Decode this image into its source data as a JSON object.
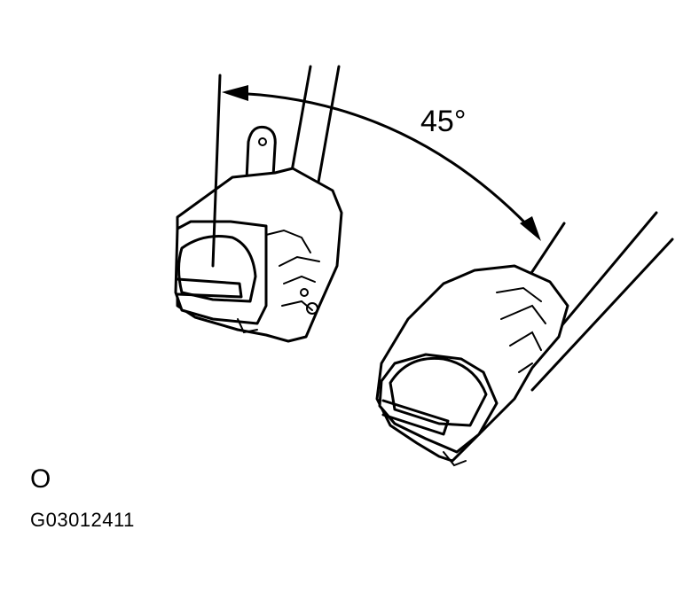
{
  "diagram": {
    "angle_label": "45°",
    "status_mark": "O",
    "figure_code": "G03012411"
  }
}
